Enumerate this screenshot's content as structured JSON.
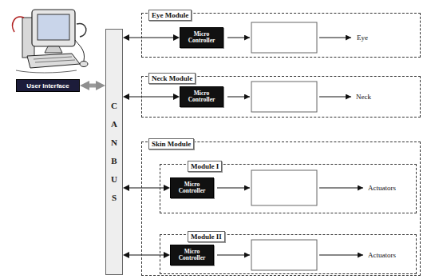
{
  "diagram": {
    "nodes": [
      {
        "text": [
          "User Interface"
        ]
      },
      {
        "text": [
          "C A N B U S"
        ]
      },
      {
        "text": [
          "Eye Module"
        ]
      },
      {
        "text": [
          "Micro Controller"
        ],
        "in": 2
      },
      {
        "text": [
          "Neck Module"
        ]
      },
      {
        "text": [
          "Micro Controller"
        ],
        "in": 4
      },
      {
        "text": [
          "Skin Module"
        ]
      },
      {
        "text": [
          "Module I"
        ],
        "in": 6
      },
      {
        "text": [
          "Micro Controller"
        ],
        "in": 7
      },
      {
        "text": [
          "Module II"
        ],
        "in": 6
      },
      {
        "text": [
          "Micro Controller"
        ],
        "in": 9
      }
    ],
    "edges": [
      {
        "from": 0,
        "to": 1,
        "arrow": "both"
      },
      {
        "from": 1,
        "to": 3,
        "arrow": "both"
      },
      {
        "from": 1,
        "to": 5,
        "arrow": "both"
      },
      {
        "from": 1,
        "to": 8,
        "arrow": "both"
      },
      {
        "from": 1,
        "to": 10,
        "arrow": "both"
      }
    ],
    "labels": [
      "Eye",
      "Neck",
      "Actuators",
      "Actuators"
    ]
  }
}
